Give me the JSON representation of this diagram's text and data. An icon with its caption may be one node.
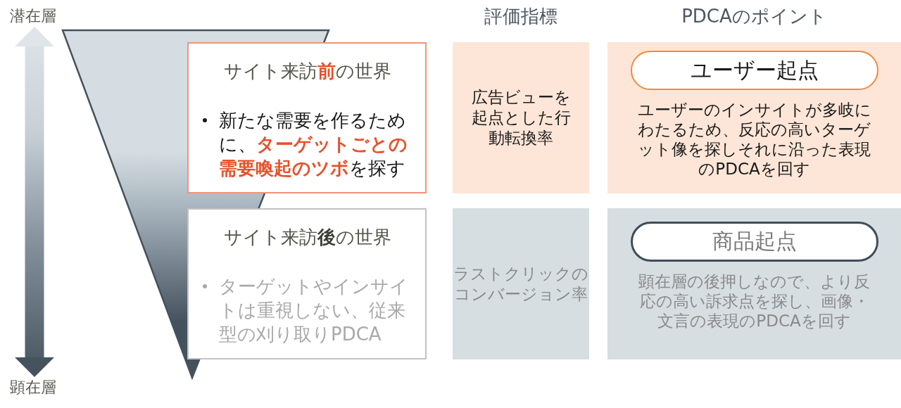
{
  "diagram": {
    "nodes": [
      {
        "text": [
          "潜在層"
        ]
      },
      {
        "text": [
          "サイト来訪**前**の世界",
          "新たな需要を作るために、**ターゲットごとの需要喚起のツボ**を探す"
        ]
      },
      {
        "text": [
          "広告ビューを起点とした行動転換率"
        ]
      },
      {
        "text": [
          "ユーザーのインサイトが多岐にわたるため、反応の高いターゲット像を探しそれに沿った表現のPDCAを回す"
        ]
      },
      {
        "text": [
          "ユーザー起点"
        ],
        "in": 3
      },
      {
        "text": [
          "サイト来訪**後**の世界",
          "ターゲットやインサイトは重視しない、従来型の刈り取りPDCA"
        ]
      },
      {
        "text": [
          "ラストクリックのコンバージョン率"
        ]
      },
      {
        "text": [
          "顕在層の後押しなので、より反応の高い訴求点を探し、画像・文言の表現のPDCAを回す"
        ]
      },
      {
        "text": [
          "商品起点"
        ],
        "in": 7
      },
      {
        "text": [
          "顕在層"
        ]
      }
    ],
    "edges": [
      {
        "from": 0,
        "to": 9,
        "arrow": "both",
        "style": "thick"
      }
    ],
    "labels": [
      "評価指標",
      "PDCAのポイント"
    ]
  }
}
